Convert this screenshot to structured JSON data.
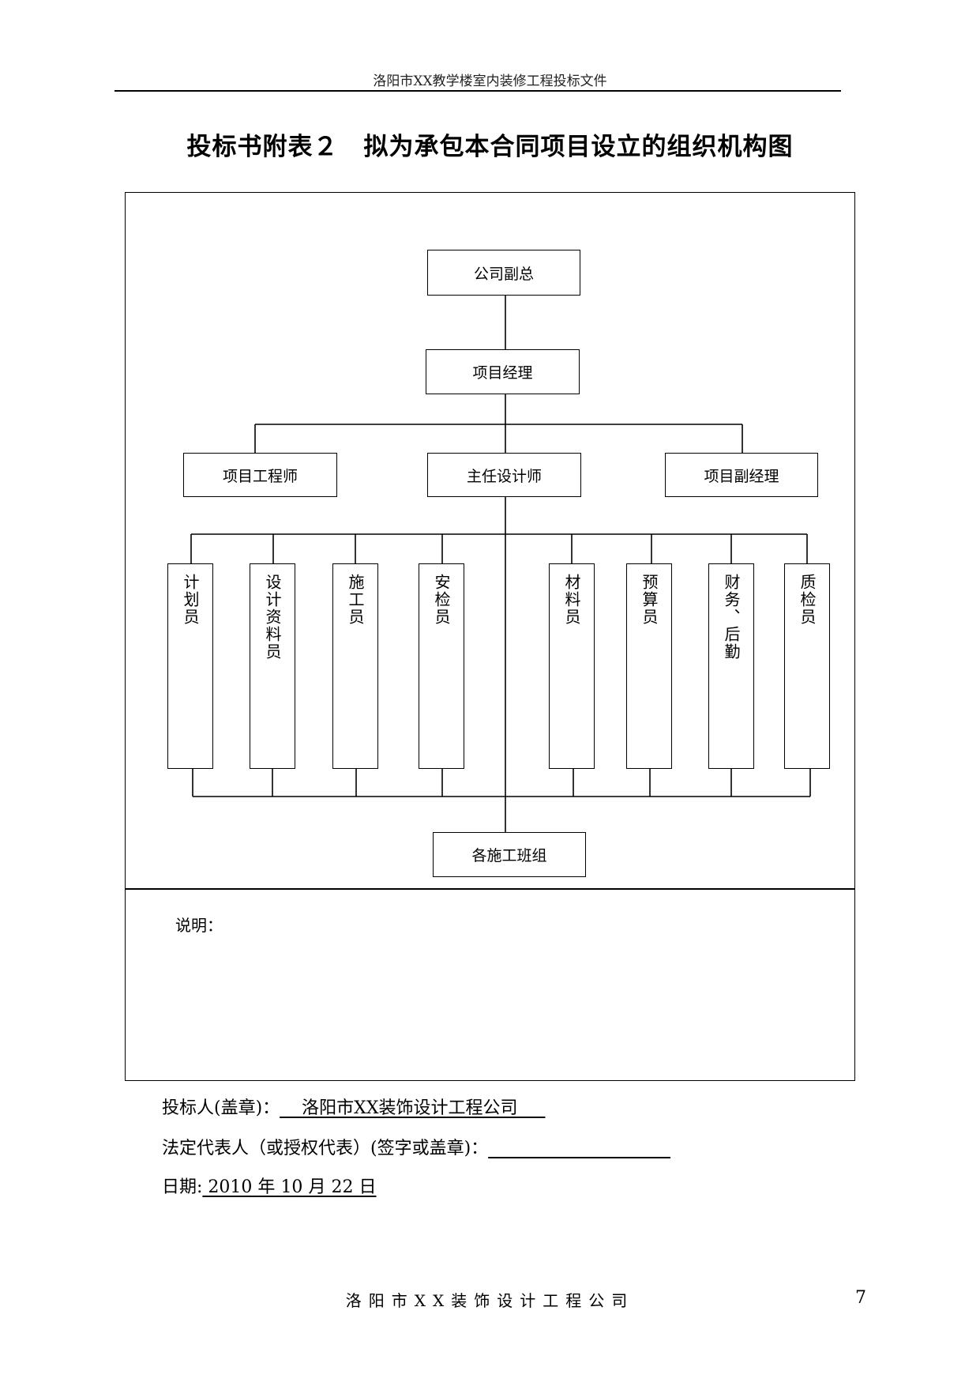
{
  "header": {
    "text": "洛阳市XX教学楼室内装修工程投标文件"
  },
  "title": "投标书附表２　拟为承包本合同项目设立的组织机构图",
  "org_chart": {
    "top": "公司副总",
    "manager": "项目经理",
    "level2": [
      "项目工程师",
      "主任设计师",
      "项目副经理"
    ],
    "staff": [
      "计划员",
      "设计资料员",
      "施工员",
      "安检员",
      "材料员",
      "预算员",
      "财务、后勤",
      "质检员"
    ],
    "bottom": "各施工班组"
  },
  "notes_label": "说明：",
  "signature": {
    "bidder_label": "投标人(盖章)：",
    "bidder_value": "洛阳市XX装饰设计工程公司",
    "legal_rep_label": "法定代表人（或授权代表）(签字或盖章)：",
    "date_label": "日期:",
    "date_year": "2010",
    "date_year_char": "年",
    "date_month": "10",
    "date_month_char": "月",
    "date_day": "22",
    "date_day_char": "日"
  },
  "footer": {
    "company": "洛阳市XX装饰设计工程公司",
    "page": "7"
  }
}
